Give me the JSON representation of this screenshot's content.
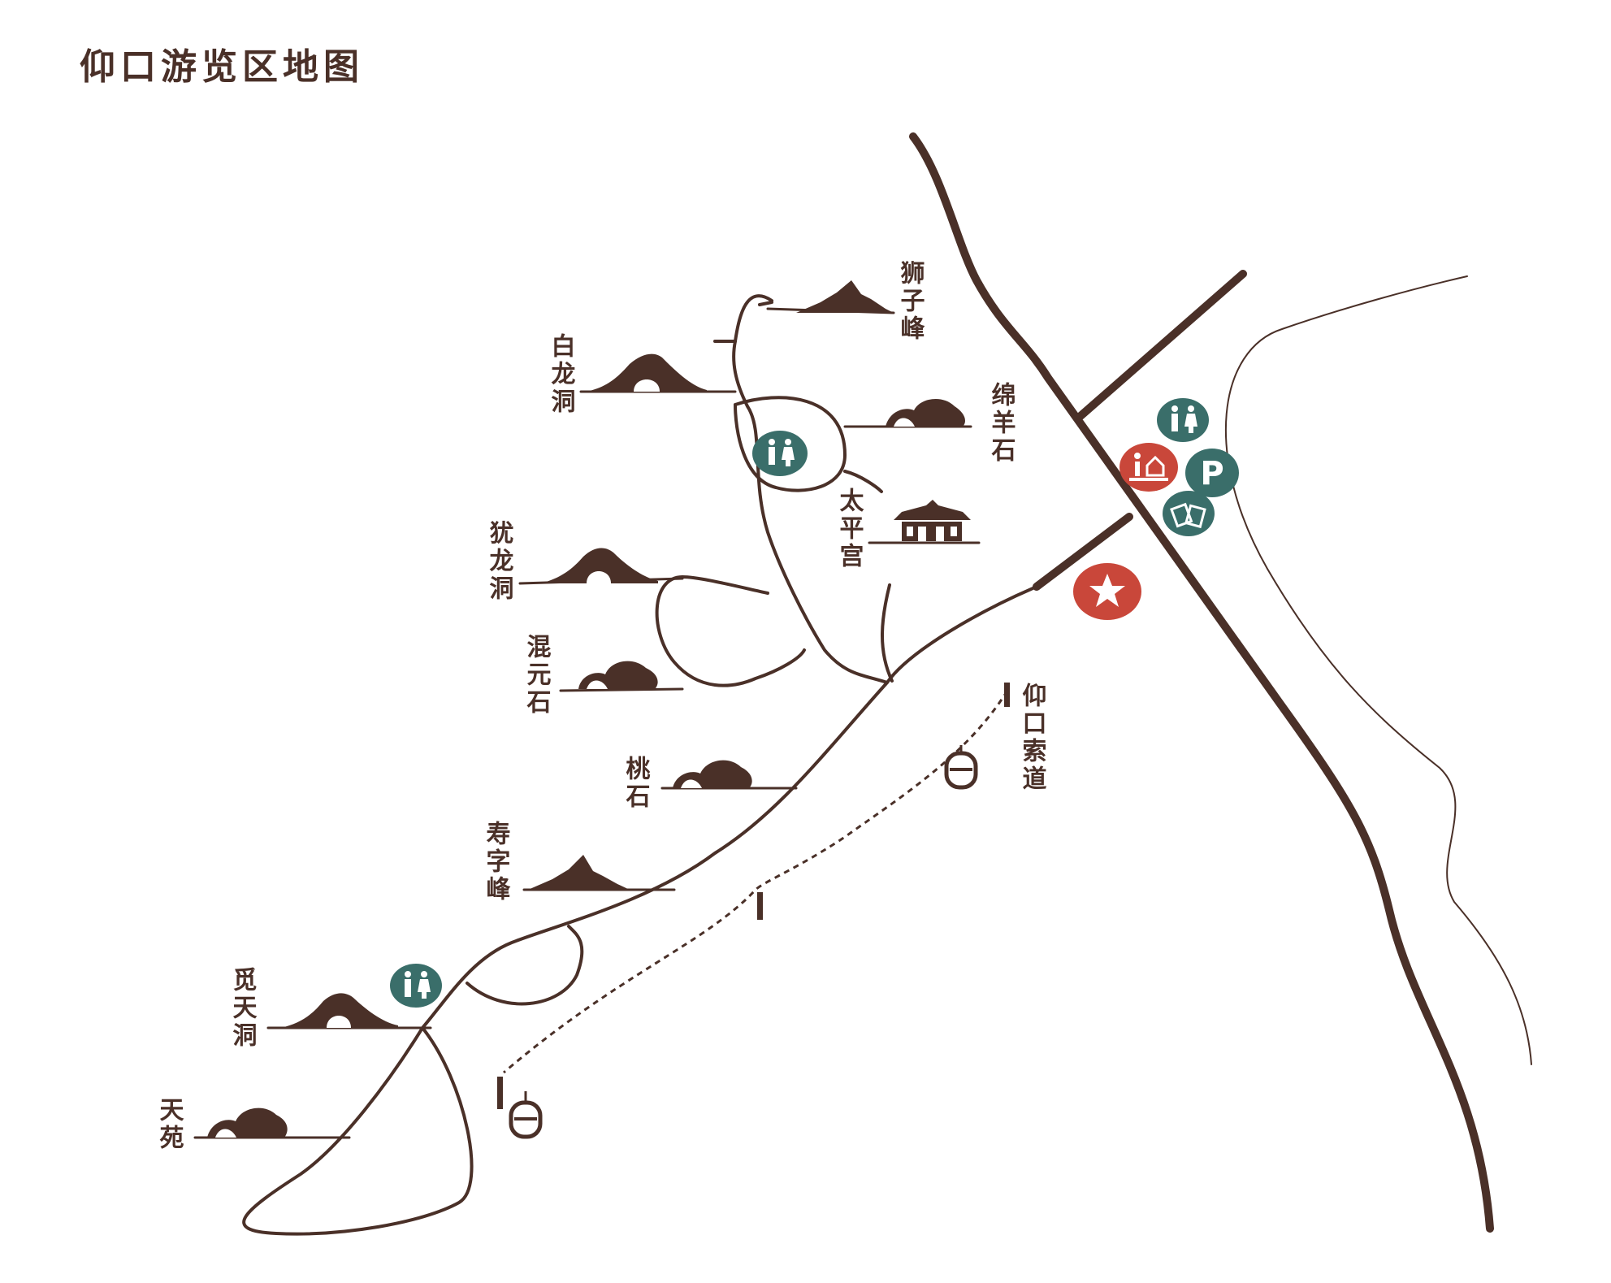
{
  "title": "仰口游览区地图",
  "colors": {
    "ink": "#4a3028",
    "teal": "#3a6e6a",
    "red": "#c9473a",
    "background": "#ffffff"
  },
  "places": [
    {
      "id": "shizi-feng",
      "name": "狮子峰",
      "icon": "peak-icon"
    },
    {
      "id": "bailong-dong",
      "name": "白龙洞",
      "icon": "cave-icon"
    },
    {
      "id": "mianyang-shi",
      "name": "绵羊石",
      "icon": "rock-icon"
    },
    {
      "id": "taiping-gong",
      "name": "太平宫",
      "icon": "temple-icon"
    },
    {
      "id": "youlong-dong",
      "name": "犹龙洞",
      "icon": "cave-icon"
    },
    {
      "id": "hunyuan-shi",
      "name": "混元石",
      "icon": "rock-icon"
    },
    {
      "id": "tao-shi",
      "name": "桃石",
      "icon": "rock-icon"
    },
    {
      "id": "shouzi-feng",
      "name": "寿字峰",
      "icon": "peak-icon"
    },
    {
      "id": "mitian-dong",
      "name": "觅天洞",
      "icon": "cave-icon"
    },
    {
      "id": "tianyuan",
      "name": "天苑",
      "icon": "rock-icon"
    },
    {
      "id": "yangkou-suodao",
      "name": "仰口索道",
      "icon": "cable-car-icon"
    }
  ],
  "facilities": [
    {
      "name": "restroom",
      "icon": "restroom-icon",
      "color": "#3a6e6a"
    },
    {
      "name": "information",
      "icon": "info-center-icon",
      "color": "#c9473a"
    },
    {
      "name": "parking",
      "icon": "parking-icon",
      "label": "P",
      "color": "#3a6e6a"
    },
    {
      "name": "ticket",
      "icon": "ticket-icon",
      "color": "#3a6e6a"
    },
    {
      "name": "current-location",
      "icon": "star-icon",
      "color": "#c9473a"
    }
  ]
}
